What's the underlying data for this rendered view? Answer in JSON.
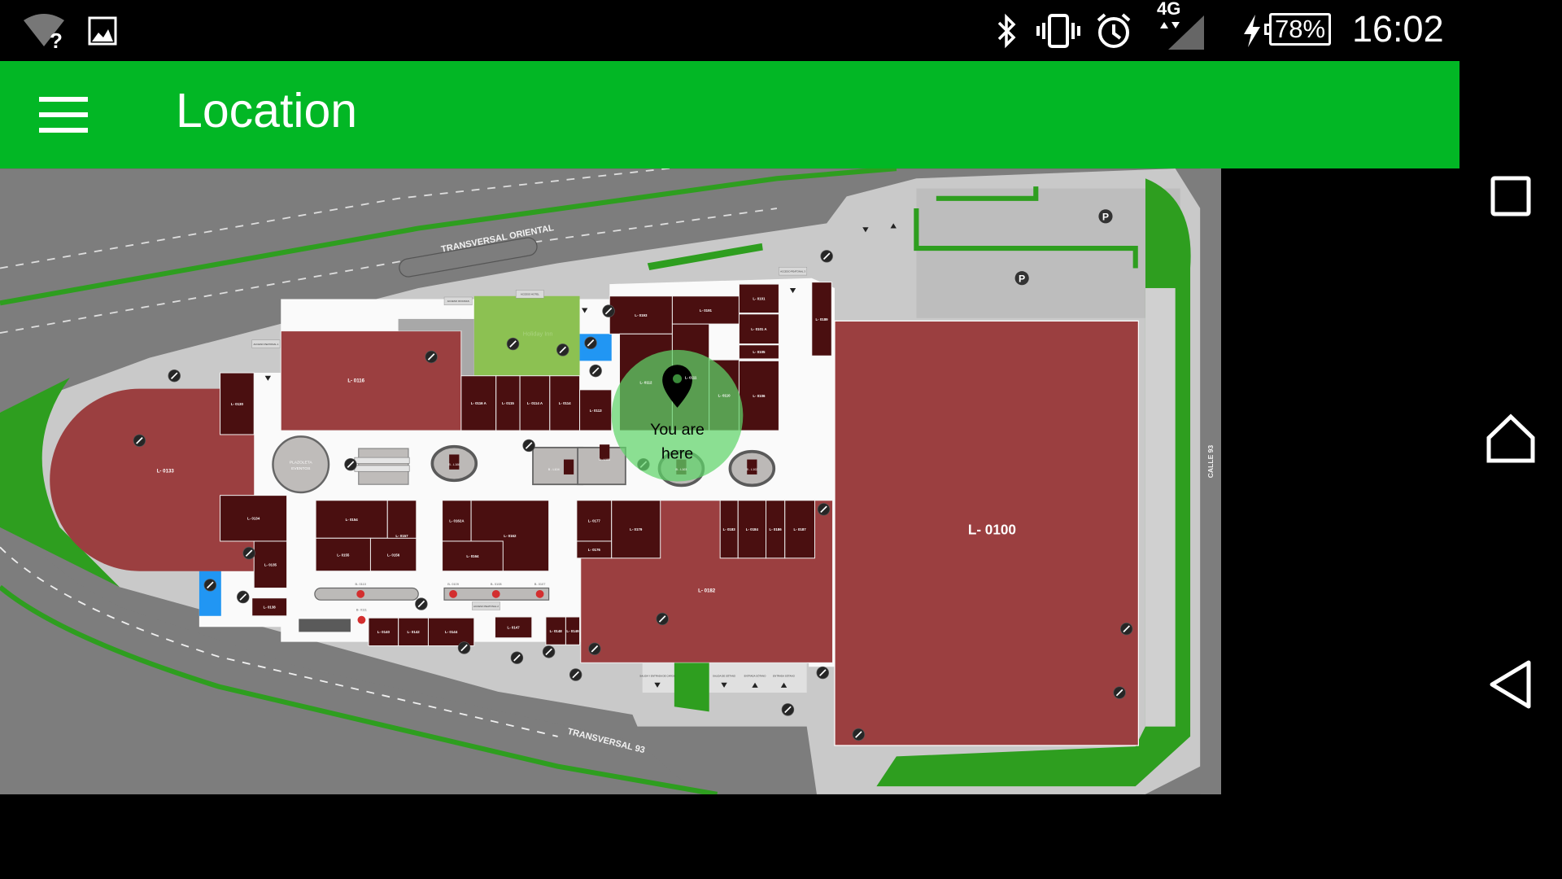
{
  "status_bar": {
    "icons": [
      "wifi-unknown-icon",
      "image-notification-icon",
      "bluetooth-icon",
      "vibrate-icon",
      "alarm-icon",
      "signal-icon",
      "charging-icon",
      "battery-icon"
    ],
    "network": "4G",
    "battery": "78%",
    "time": "16:02"
  },
  "app_bar": {
    "title": "Location",
    "menu_icon": "hamburger-menu-icon",
    "color": "#02b725"
  },
  "nav_bar": {
    "icons": [
      "recents-icon",
      "home-icon",
      "back-icon"
    ]
  },
  "map": {
    "roads": {
      "north": "TRANSVERSAL ORIENTAL",
      "south": "TRANSVERSAL 93",
      "east": "CALLE 93"
    },
    "anchor_store": "L- 0100",
    "west_store": "L- 0133",
    "shops": [
      "L- 0116",
      "L- 0182",
      "L- 0130",
      "L- 0116 A",
      "L- 0115",
      "L- 0114 A",
      "L- 0114",
      "L- 0113",
      "L- 0193",
      "L- 0112",
      "L- 0111",
      "L- 0191",
      "L- 0110",
      "L- 0101",
      "L- 0101 A",
      "L- 0105",
      "L- 0106",
      "L- 0189",
      "L- 0134",
      "L- 0135",
      "L- 0138",
      "L- 0154",
      "L- 0157",
      "L- 0155",
      "L- 0156",
      "L- 0162A",
      "L- 0162",
      "L- 0164",
      "L- 0140",
      "L- 0142",
      "L- 0144",
      "L- 0147",
      "L- 0148",
      "L- 0149",
      "L- 0177",
      "L- 0176",
      "L- 0179",
      "L- 0183",
      "L- 0184",
      "L- 0186",
      "L- 0187"
    ],
    "kiosks": [
      "B - L106",
      "B - L104",
      "B - L105",
      "B - L103",
      "B - L102"
    ],
    "benches": [
      "B- 0110",
      "B- 0109",
      "B- 0108",
      "B- 0107",
      "B- 0111"
    ],
    "plaza": [
      "PLAZOLETA",
      "EVENTOS"
    ],
    "hotel": "Holiday Inn",
    "access": [
      "ACCESO PEATONAL 1",
      "ACCESO OFICINAS",
      "ACCESO HOTEL",
      "ACCESO PEATONAL 3",
      "ACCESO PEATONAL 2"
    ],
    "entrances": [
      "SALIDA Y ENTRADA DE CARGA",
      "SALIDA DE SÓTANO",
      "ENTRADA SÓTANO",
      "ENTRADA SÓTANO"
    ],
    "parking": "P",
    "you_are_here": [
      "You are",
      "here"
    ],
    "colors": {
      "store": "#9b3f40",
      "shop": "#4a0f10",
      "green": "#2e9e1f",
      "highlight": "#5fd46a"
    }
  }
}
